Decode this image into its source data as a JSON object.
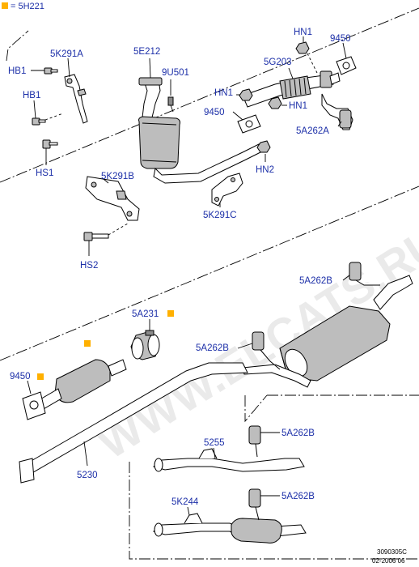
{
  "legend": {
    "marker_color": "#ffb000",
    "text": "= 5H221"
  },
  "watermark": "WWW.ELCATS.RU",
  "footer": {
    "code": "3090305C",
    "date": "02-2006 06"
  },
  "labels": {
    "hb1_top": "HB1",
    "p5k291a": "5K291A",
    "hb1_mid": "HB1",
    "hs1": "HS1",
    "p5e212": "5E212",
    "p9u501": "9U501",
    "hn1_top": "HN1",
    "p9450_top": "9450",
    "p5g203": "5G203",
    "hn1_left": "HN1",
    "hn1_right": "HN1",
    "p9450_mid": "9450",
    "p5a262a": "5A262A",
    "hn2": "HN2",
    "p5k291b": "5K291B",
    "p5k291c": "5K291C",
    "hs2": "HS2",
    "p5a262b_1": "5A262B",
    "p5a231": "5A231",
    "p5a262b_2": "5A262B",
    "p9450_low": "9450",
    "p5230": "5230",
    "p5255": "5255",
    "p5a262b_3": "5A262B",
    "p5k244": "5K244",
    "p5a262b_4": "5A262B"
  }
}
